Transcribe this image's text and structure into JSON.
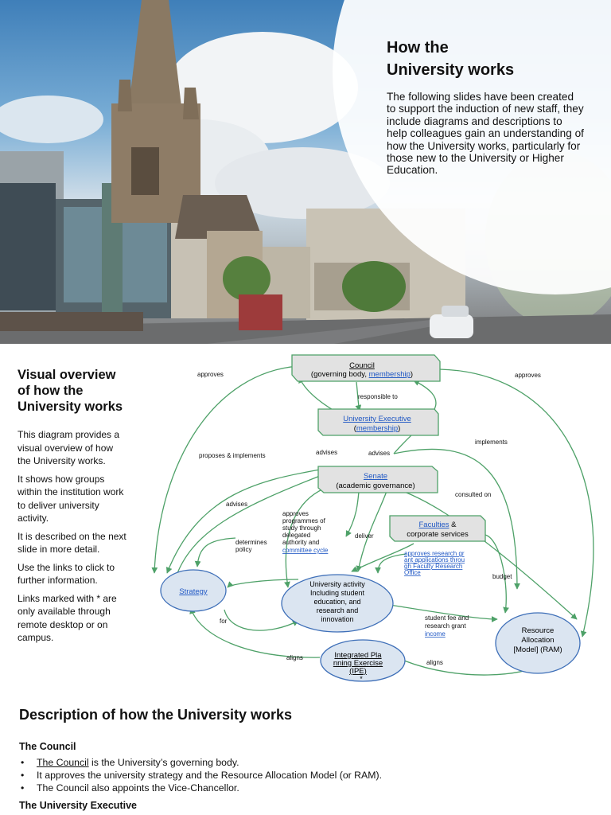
{
  "hero": {
    "title_line1": "How the",
    "title_line2": "University works",
    "text": "The following slides have been created to support the induction of new staff, they include diagrams and descriptions to help colleagues gain an understanding of how the University works, particularly for those new to the University or Higher Education.",
    "photo_icon": "campus-street-photo"
  },
  "overview": {
    "title_line1": "Visual overview",
    "title_line2": "of how the",
    "title_line3": "University works",
    "paragraphs": [
      "This diagram provides a visual overview of how the University works.",
      "It shows how groups within the institution work to deliver university activity.",
      "It is described on the next slide in more detail.",
      "Use the links to click to further information.",
      "Links marked with * are only available through remote desktop or on campus."
    ]
  },
  "diagram": {
    "council_title": "Council",
    "council_sub_pre": "(governing body, ",
    "council_sub_link": "membership",
    "council_sub_post": ")",
    "exec_title": "University Executive",
    "exec_sub_pre": "(",
    "exec_sub_link": "membership",
    "exec_sub_post": ")",
    "senate_title": "Senate",
    "senate_sub": "(academic governance)",
    "faculties_link": "Faculties",
    "faculties_amp": " &",
    "faculties_sub": "corporate services",
    "strategy": "Strategy",
    "activity_lines": [
      "University activity",
      "Including student",
      "education, and",
      "research and",
      "innovation"
    ],
    "resource_lines": [
      "Resource",
      "Allocation",
      "[Model] (RAM)"
    ],
    "ipe_lines": [
      "Integrated Pla",
      "nning Exercise",
      "(IPE)"
    ],
    "ipe_star": "*",
    "labels": {
      "approves_left": "approves",
      "approves_right": "approves",
      "responsible_to": "responsible to",
      "proposes": "proposes & implements",
      "advises1": "advises",
      "advises2": "advises",
      "advises3": "advises",
      "implements": "implements",
      "consulted_on": "consulted on",
      "determines": [
        "determines",
        "policy"
      ],
      "approves_prog": [
        "approves",
        "programmes of",
        "study through",
        "delegated",
        "authority and"
      ],
      "committee_cycle": "committee cycle",
      "deliver": "deliver",
      "approves_research": [
        "approves research gr",
        "ant applications throu",
        "gh Faculty Research",
        "Office"
      ],
      "budget": "budget",
      "for": "for",
      "student_fee": [
        "student fee and",
        "research grant"
      ],
      "income": "income",
      "aligns_left": "aligns",
      "aligns_right": "aligns"
    }
  },
  "description": {
    "title": "Description of how the University works",
    "council_heading": "The Council",
    "council_item1_link": "The Council",
    "council_item1_rest": " is the University’s governing body.",
    "council_item2": "It approves the university strategy and the Resource Allocation Model (or RAM).",
    "council_item3": "The Council also appoints the Vice-Chancellor.",
    "exec_heading": "The University Executive"
  },
  "colors": {
    "green": "#4ea168",
    "node_fill": "#e2e2e2",
    "oval_fill": "#dbe5f1",
    "oval_stroke": "#3e6fb8",
    "link": "#1f57c4"
  }
}
